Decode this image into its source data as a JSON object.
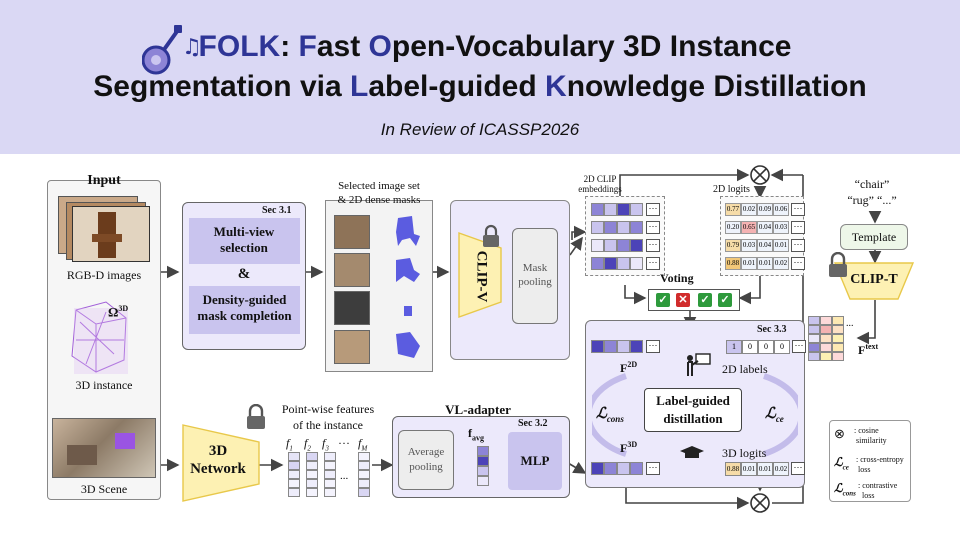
{
  "header": {
    "title_line1_parts": [
      "FOLK",
      ": ",
      "F",
      "ast ",
      "O",
      "pen-Vocabulary 3D Instance"
    ],
    "title_line2_parts": [
      "Segmentation via ",
      "L",
      "abel-guided ",
      "K",
      "nowledge Distillation"
    ],
    "subtitle": "In Review of ICASSP2026"
  },
  "input": {
    "title": "Input",
    "rgbd_label": "RGB-D images",
    "omega_label": "Ω",
    "instance_label": "3D instance",
    "scene_label": "3D Scene"
  },
  "sec31": {
    "sec": "Sec 3.1",
    "multi_view": "Multi-view selection",
    "amp": "&",
    "density": "Density-guided mask completion"
  },
  "selected": {
    "title_l1": "Selected image set",
    "title_l2": "& 2D dense masks"
  },
  "clipv": {
    "label": "CLIP-V"
  },
  "mask_pooling": {
    "l1": "Mask",
    "l2": "pooling"
  },
  "clip_emb": {
    "l1": "2D CLIP",
    "l2": "embeddings"
  },
  "logits2d": {
    "title": "2D logits",
    "rows": [
      [
        "0.77",
        "0.02",
        "0.09",
        "0.06"
      ],
      [
        "0.20",
        "0.65",
        "0.04",
        "0.03"
      ],
      [
        "0.79",
        "0.03",
        "0.04",
        "0.01"
      ],
      [
        "0.88",
        "0.01",
        "0.01",
        "0.02"
      ]
    ]
  },
  "voting": {
    "label": "Voting"
  },
  "text_side": {
    "words_l1": "“chair”",
    "words_l2": "“rug” “...”",
    "template": "Template",
    "clipt": "CLIP-T",
    "ftext": "F",
    "ftext_sup": "text"
  },
  "sec33": {
    "sec": "Sec 3.3",
    "f2d": "F",
    "f2d_sup": "2D",
    "labels2d": "2D labels",
    "label_vals": [
      "1",
      "0",
      "0",
      "0"
    ],
    "center_l1": "Label-guided",
    "center_l2": "distillation",
    "lcons": "ℒ",
    "lcons_sub": "cons",
    "lce": "ℒ",
    "lce_sub": "ce",
    "f3d": "F",
    "f3d_sup": "3D",
    "logits3d": "3D logits",
    "logits3d_vals": [
      "0.88",
      "0.01",
      "0.01",
      "0.02"
    ]
  },
  "network3d": {
    "l1": "3D",
    "l2": "Network"
  },
  "pointwise": {
    "l1": "Point-wise features",
    "l2": "of the instance",
    "f_labels": [
      "f",
      "f",
      "f",
      "f"
    ],
    "f_subs": [
      "1",
      "2",
      "3",
      "M"
    ]
  },
  "vladapter": {
    "title": "VL-adapter",
    "sec": "Sec 3.2",
    "avg_l1": "Average",
    "avg_l2": "pooling",
    "favg": "f",
    "favg_sub": "avg",
    "mlp": "MLP"
  },
  "legend": {
    "items": [
      {
        "sym": "⊗",
        "text_l1": ": cosine",
        "text_l2": "similarity"
      },
      {
        "sym": "ℒ",
        "sub": "ce",
        "text_l1": ": cross-entropy",
        "text_l2": "loss"
      },
      {
        "sym": "ℒ",
        "sub": "cons",
        "text_l1": ": contrastive",
        "text_l2": "loss"
      }
    ]
  },
  "colors": {
    "banner": "#dad8f4",
    "accent": "#2e3596",
    "purple": "#c9c4ee",
    "yellow": "#fdf1b3"
  }
}
